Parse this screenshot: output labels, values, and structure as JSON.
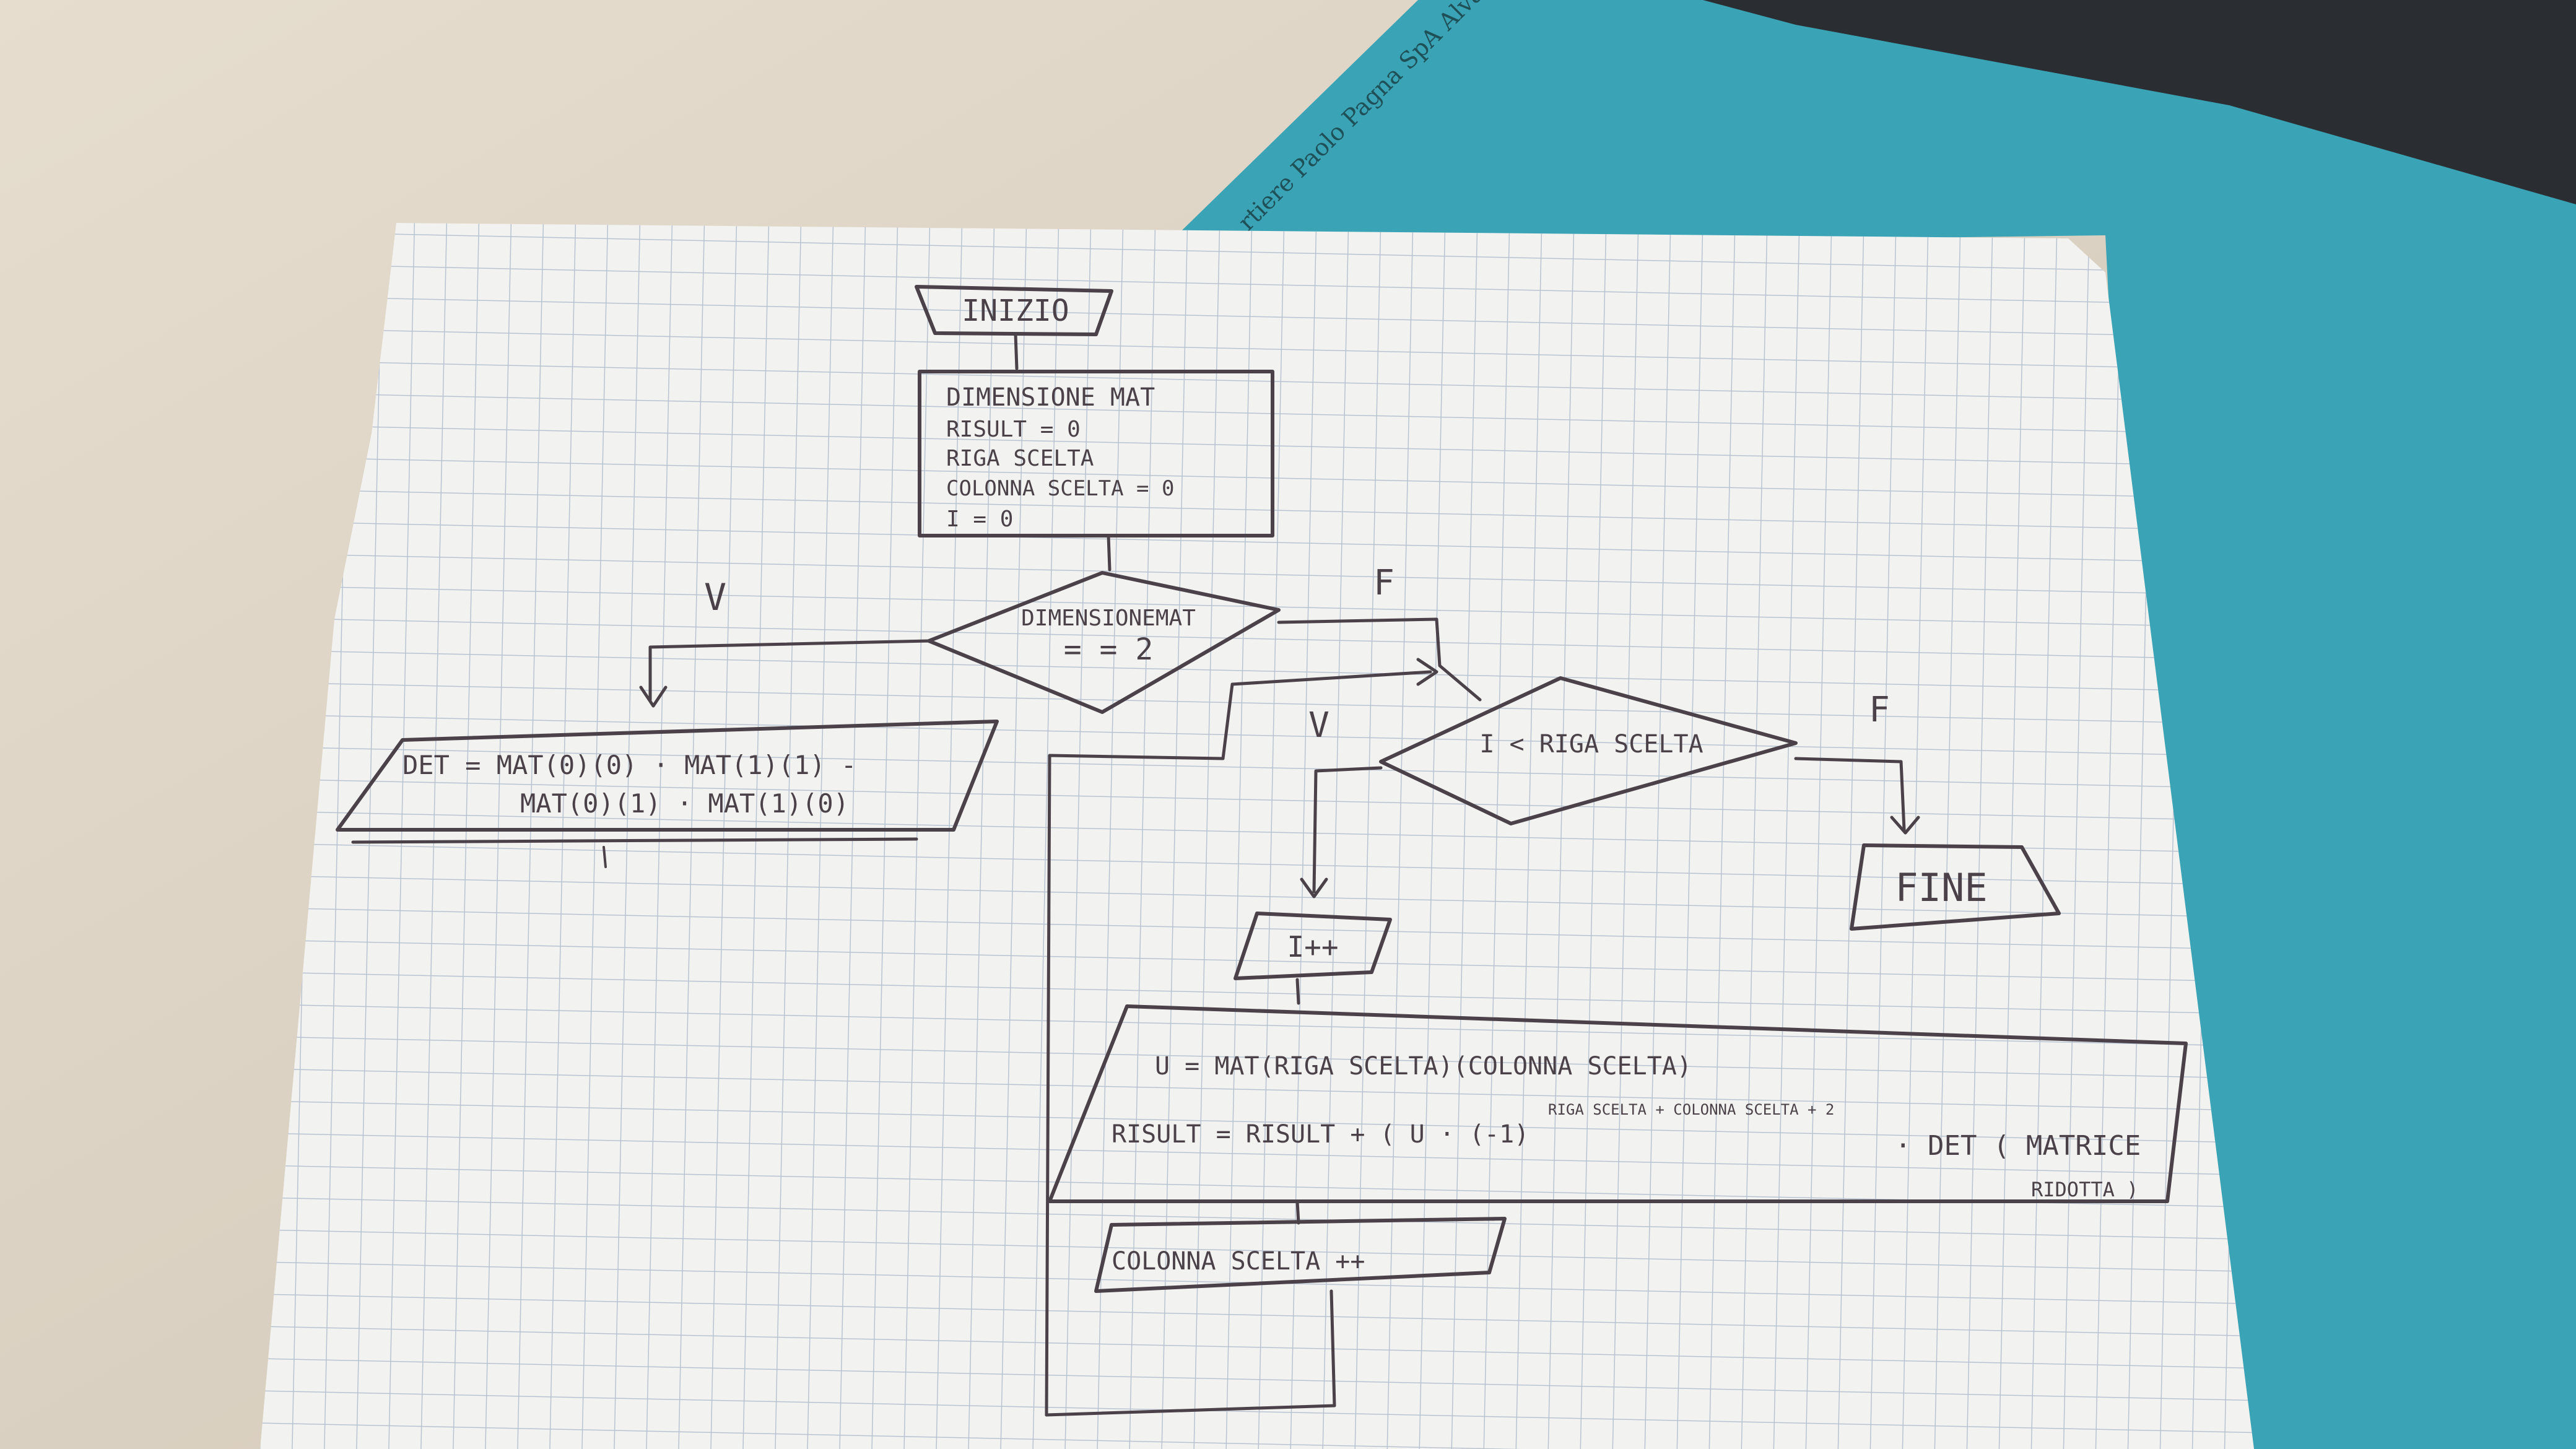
{
  "background_print": "...rtiere Paolo Pagna SpA Alvaro Lombardo",
  "flowchart": {
    "start": "INIZIO",
    "init_block": [
      "DIMENSIONE MAT",
      "RISULT = 0",
      "RIGA SCELTA",
      "COLONNA SCELTA = 0",
      "I = 0"
    ],
    "decision1": {
      "line1": "DIMENSIONEMAT",
      "line2": "= = 2",
      "true_label": "V",
      "false_label": "F"
    },
    "det_block": {
      "line1": "DET = MAT(0)(0) · MAT(1)(1) -",
      "line2": "MAT(0)(1) · MAT(1)(0)"
    },
    "decision2": {
      "text": "I < RIGA SCELTA",
      "true_label": "V",
      "false_label": "F"
    },
    "end": "FINE",
    "increment": "I++",
    "calc_block": {
      "line1": "U = MAT(RIGA SCELTA)(COLONNA SCELTA)",
      "exponent": "RIGA SCELTA + COLONNA SCELTA + 2",
      "line2_left": "RISULT = RISULT + ( U · (-1)",
      "line2_right": "· DET ( MATRICE",
      "line3": "RIDOTTA )"
    },
    "col_increment": "COLONNA SCELTA ++"
  },
  "colors": {
    "table": "#d9cfc0",
    "folder": "#3aa4b6",
    "paper": "#f2f2f0",
    "grid": "#b9c3cf",
    "ink": "#4a4248"
  }
}
